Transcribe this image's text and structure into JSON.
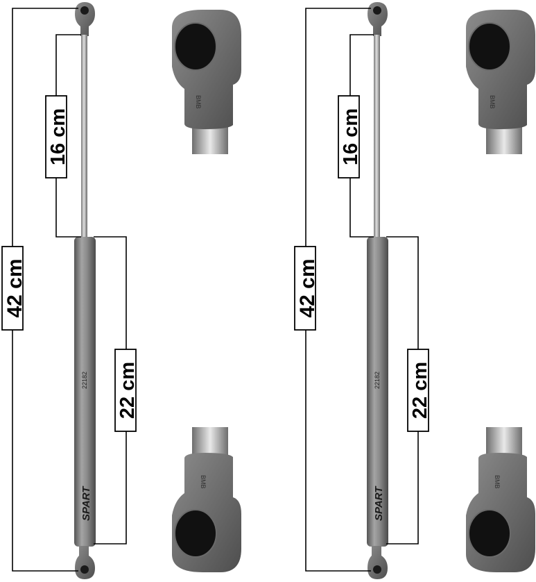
{
  "product": {
    "brand": "SPART",
    "part_number": "22182",
    "colors": {
      "metal_dark": "#5a5a5a",
      "metal_mid": "#8a8a8a",
      "metal_light": "#d6d6d6",
      "line": "#000000",
      "background": "#ffffff"
    }
  },
  "units": [
    {
      "id": "left",
      "dimensions": {
        "total": "42 cm",
        "rod": "16 cm",
        "body": "22 cm"
      },
      "body_text": {
        "brand": "SPART",
        "part": "22182"
      }
    },
    {
      "id": "right",
      "dimensions": {
        "total": "42 cm",
        "rod": "16 cm",
        "body": "22 cm"
      },
      "body_text": {
        "brand": "SPART",
        "part": "22182"
      }
    }
  ]
}
